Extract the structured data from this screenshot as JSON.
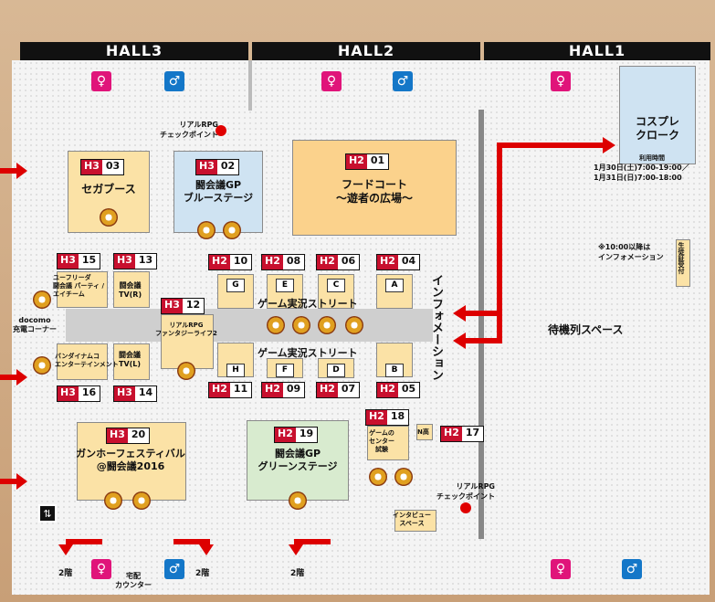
{
  "halls": [
    "HALL3",
    "HALL2",
    "HALL1"
  ],
  "booths": {
    "b03": {
      "h": "H3",
      "n": "03",
      "label": "セガブース"
    },
    "b02": {
      "h": "H3",
      "n": "02",
      "label1": "闘会議GP",
      "label2": "ブルーステージ"
    },
    "b01": {
      "h": "H2",
      "n": "01",
      "label1": "フードコート",
      "label2": "〜遊者の広場〜"
    },
    "b15": {
      "h": "H3",
      "n": "15"
    },
    "b13": {
      "h": "H3",
      "n": "13"
    },
    "b12": {
      "h": "H3",
      "n": "12"
    },
    "b10": {
      "h": "H2",
      "n": "10"
    },
    "b08": {
      "h": "H2",
      "n": "08"
    },
    "b06": {
      "h": "H2",
      "n": "06"
    },
    "b04": {
      "h": "H2",
      "n": "04"
    },
    "b16": {
      "h": "H3",
      "n": "16"
    },
    "b14": {
      "h": "H3",
      "n": "14"
    },
    "b11": {
      "h": "H2",
      "n": "11"
    },
    "b09": {
      "h": "H2",
      "n": "09"
    },
    "b07": {
      "h": "H2",
      "n": "07"
    },
    "b05": {
      "h": "H2",
      "n": "05"
    },
    "b20": {
      "h": "H3",
      "n": "20",
      "label1": "ガンホーフェスティバル",
      "label2": "@闘会議2016"
    },
    "b19": {
      "h": "H2",
      "n": "19",
      "label1": "闘会議GP",
      "label2": "グリーンステージ"
    },
    "b18": {
      "h": "H2",
      "n": "18"
    },
    "b17": {
      "h": "H2",
      "n": "17"
    }
  },
  "labels": {
    "realrpg_top": "リアルRPG",
    "realrpg_top2": "チェックポイント",
    "realrpg_bottom": "リアルRPG",
    "realrpg_bottom2": "チェックポイント",
    "street": "ゲーム実況ストリート",
    "info": "インフォメーション",
    "cosplay1": "コスプレ",
    "cosplay2": "クローク",
    "hours_title": "利用時間",
    "hours1": "1月30日(土)7:00-19:00／",
    "hours2": "1月31日(日)7:00-18:00",
    "note1": "※10:00以降は",
    "note2": "インフォメーション",
    "student": "生徒証受付",
    "waiting": "待機列スペース",
    "docomo1": "docomo",
    "docomo2": "充電コーナー",
    "yugioh1": "ユーフリーダ",
    "yugioh2": "闘会議 パーティ / ",
    "yugioh3": "エイチーム",
    "tv_r1": "闘会議",
    "tv_r2": "TV(R)",
    "tv_l1": "闘会議",
    "tv_l2": "TV(L)",
    "realrpg_fantasy1": "リアルRPG",
    "realrpg_fantasy2": "ファンタジーライフ2",
    "bandai1": "バンダイナムコ",
    "bandai2": "エンターテインメント",
    "game_center1": "ゲームの",
    "game_center2": "センター",
    "game_center3": "試験",
    "n_kan": "N高",
    "interview1": "インタビュー",
    "interview2": "スペース",
    "floor2a": "2階",
    "floor2b": "2階",
    "floor2c": "2階",
    "takuhai1": "宅配",
    "takuhai2": "カウンター",
    "sub_g": "G",
    "sub_e": "E",
    "sub_c": "C",
    "sub_a": "A",
    "sub_h": "H",
    "sub_f": "F",
    "sub_d": "D",
    "sub_b": "B"
  },
  "colors": {
    "h_red": "#c8102e",
    "blue_booth": "#cfe3f2",
    "yellow_booth": "#fbe2a6",
    "green_booth": "#d8ebcf",
    "cosplay": "#cfe3f2"
  }
}
